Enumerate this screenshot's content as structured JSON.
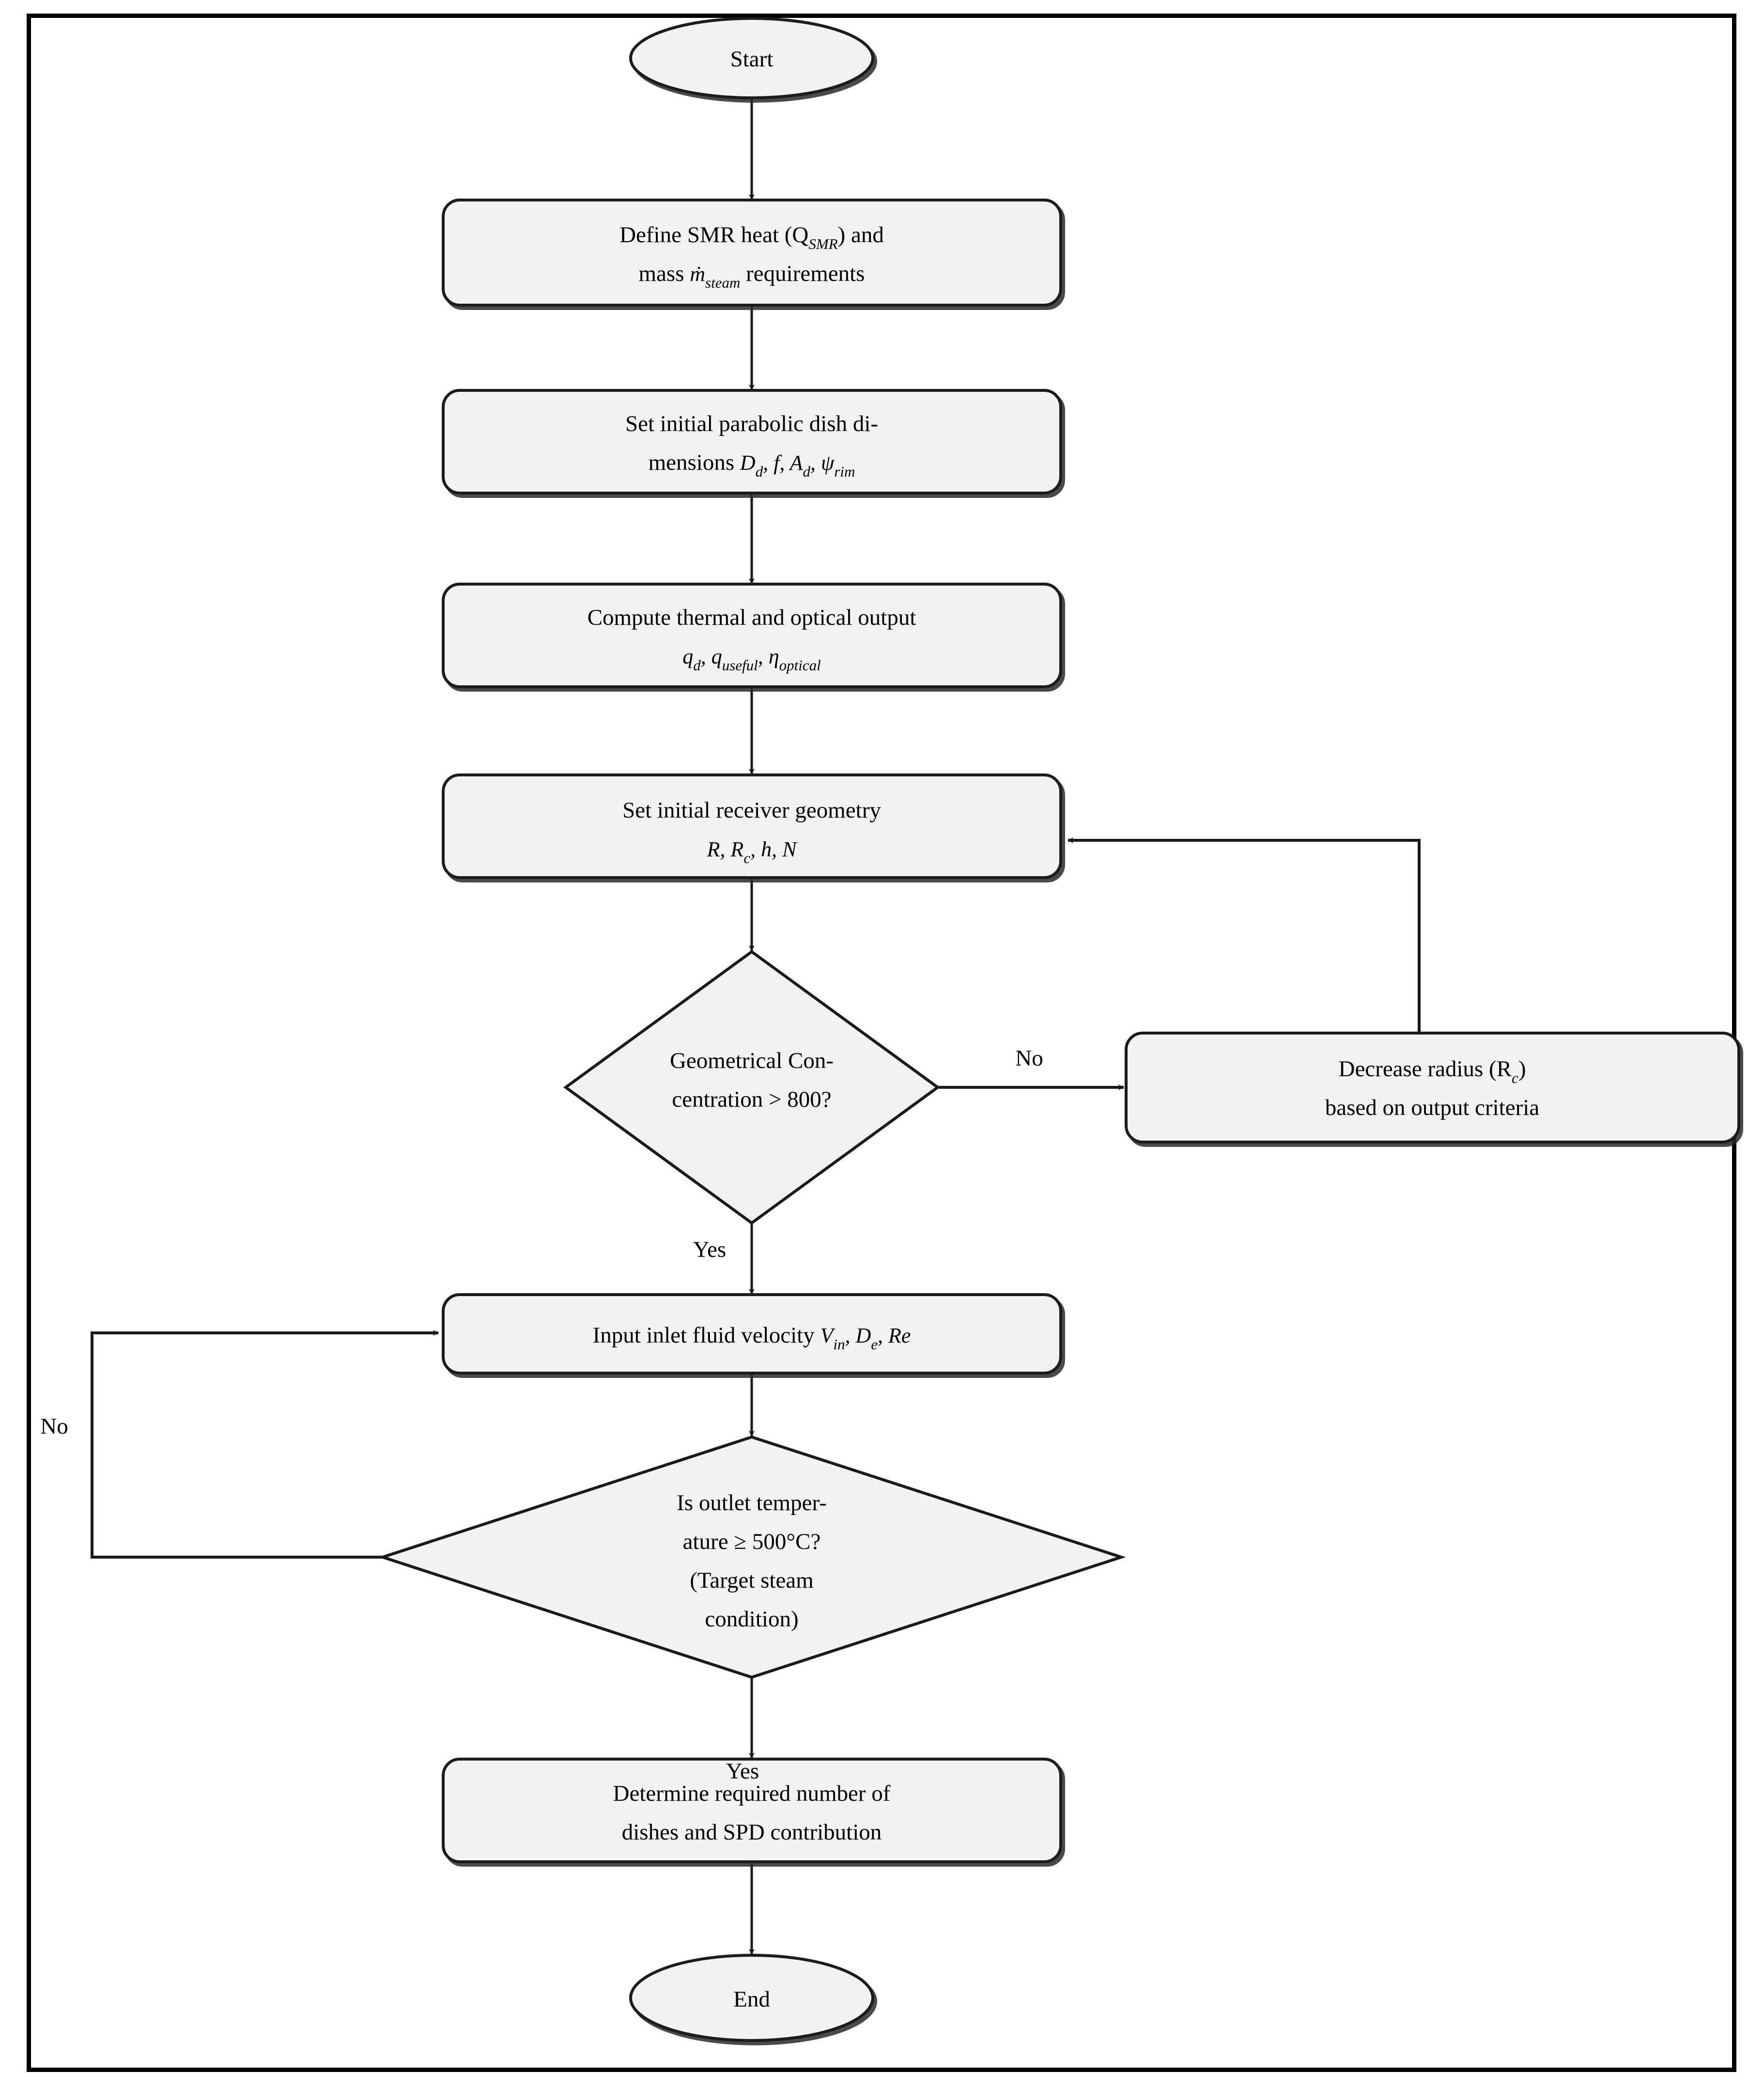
{
  "diagram": {
    "title": "SMR parabolic dish solar receiver design flowchart",
    "type": "flowchart",
    "border_color": "#000000",
    "node_fill": "#f2f2f2",
    "node_stroke": "#1a1a1a",
    "nodes": [
      {
        "id": "start",
        "shape": "ellipse",
        "label": "Start"
      },
      {
        "id": "define",
        "shape": "process",
        "line1": "Define SMR heat (Q",
        "line1_sub": "SMR",
        "line1_tail": ") and",
        "line2_pre": "mass ",
        "line2_sym": "ṁ",
        "line2_sub": "steam",
        "line2_tail": " requirements"
      },
      {
        "id": "dish",
        "shape": "process",
        "line1": "Set initial parabolic dish di-",
        "line2_pre": "mensions ",
        "line2_math": "D",
        "line2_sub1": "d",
        "line2_math2": ", f, A",
        "line2_sub2": "d",
        "line2_math3": ", ψ",
        "line2_sub3": "rim"
      },
      {
        "id": "compute",
        "shape": "process",
        "line1": "Compute thermal and optical output",
        "line2_math": "q",
        "line2_sub1": "d",
        "line2_math2": ", q",
        "line2_sub2": "useful",
        "line2_math3": ", η",
        "line2_sub3": "optical"
      },
      {
        "id": "receiver",
        "shape": "process",
        "line1": "Set initial receiver geometry",
        "line2_math": "R, R",
        "line2_sub1": "c",
        "line2_math2": ", h, N"
      },
      {
        "id": "concentration",
        "shape": "decision",
        "line1": "Geometrical Con-",
        "line2": "centration > 800?"
      },
      {
        "id": "decrease",
        "shape": "process",
        "line1_pre": "Decrease radius (R",
        "line1_sub": "c",
        "line1_tail": ")",
        "line2": "based on output criteria"
      },
      {
        "id": "velocity",
        "shape": "process",
        "line1_pre": "Input inlet fluid velocity ",
        "line1_math": "V",
        "line1_sub1": "in",
        "line1_math2": ", D",
        "line1_sub2": "e",
        "line1_math3": ", Re"
      },
      {
        "id": "outlettemp",
        "shape": "decision",
        "line1": "Is outlet temper-",
        "line2": "ature ≥ 500°C?",
        "line3": "(Target steam",
        "line4": "condition)"
      },
      {
        "id": "determine",
        "shape": "process",
        "line1": "Determine required number of",
        "line2": "dishes and SPD contribution"
      },
      {
        "id": "end",
        "shape": "ellipse",
        "label": "End"
      }
    ],
    "edge_labels": {
      "concentration_no": "No",
      "concentration_yes": "Yes",
      "outlettemp_no": "No",
      "outlettemp_yes": "Yes"
    }
  }
}
